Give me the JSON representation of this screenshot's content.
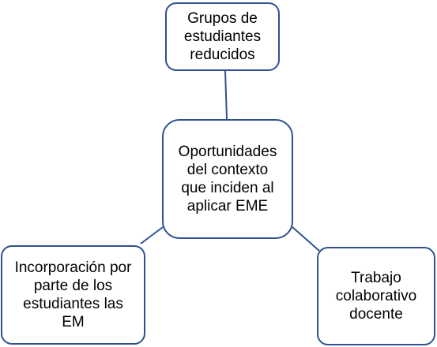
{
  "diagram": {
    "colors": {
      "stroke": "#2f528f",
      "fill": "#ffffff",
      "text": "#000000"
    },
    "nodes": {
      "top": {
        "label": "Grupos de\nestudiantes\nreducidos"
      },
      "center": {
        "label": "Oportunidades\ndel contexto\nque inciden al\naplicar EME"
      },
      "left": {
        "label": "Incorporación por\nparte de los\nestudiantes las\nEM"
      },
      "right": {
        "label": "Trabajo\ncolaborativo\ndocente"
      }
    }
  }
}
